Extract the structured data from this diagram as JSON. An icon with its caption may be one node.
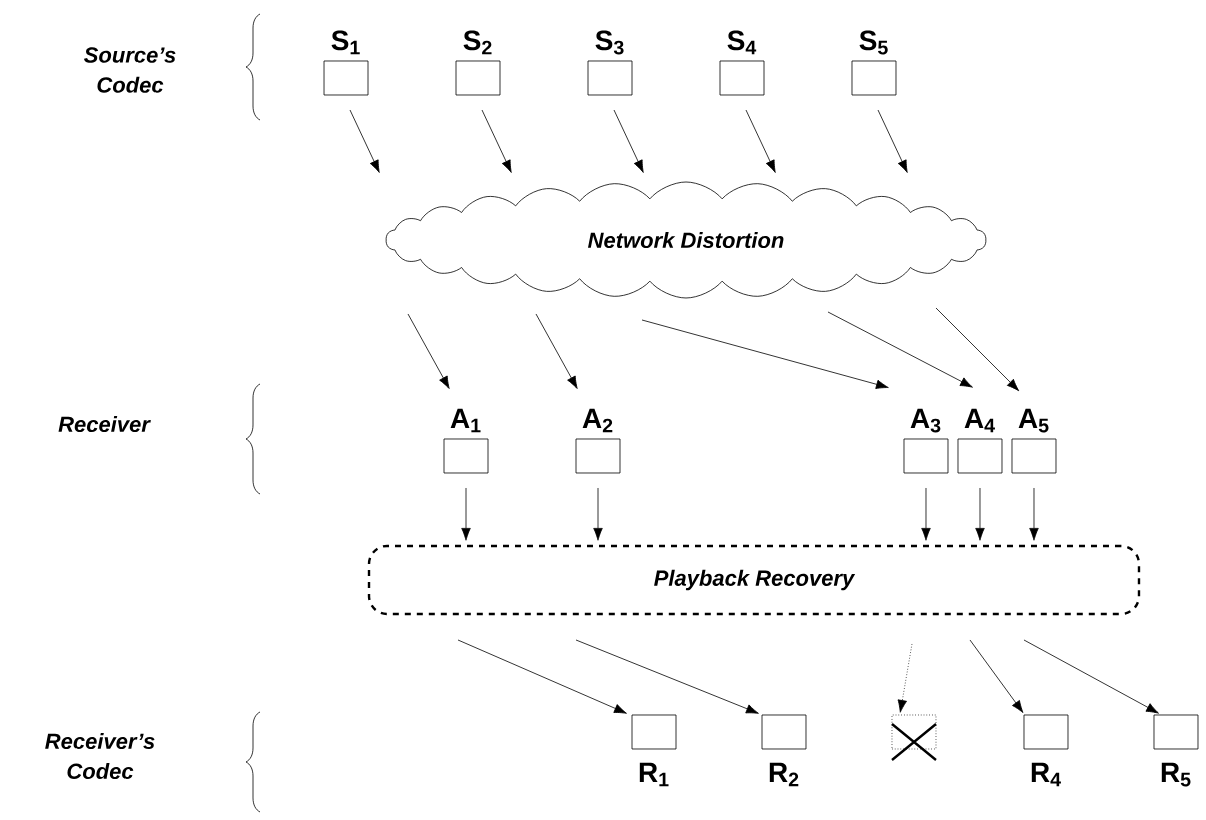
{
  "diagram": {
    "nodes": [
      {
        "text": [
          "S$_{1}$"
        ]
      },
      {
        "text": [
          "S$_{2}$"
        ]
      },
      {
        "text": [
          "S$_{3}$"
        ]
      },
      {
        "text": [
          "S$_{4}$"
        ]
      },
      {
        "text": [
          "S$_{5}$"
        ]
      },
      {
        "text": [
          "Network Distortion"
        ]
      },
      {
        "text": [
          "A$_{1}$"
        ]
      },
      {
        "text": [
          "A$_{2}$"
        ]
      },
      {
        "text": [
          "A$_{3}$"
        ]
      },
      {
        "text": [
          "A$_{4}$"
        ]
      },
      {
        "text": [
          "A$_{5}$"
        ]
      },
      {
        "text": [
          "Playback Recovery"
        ]
      },
      {
        "text": [
          "R$_{1}$"
        ]
      },
      {
        "text": [
          "R$_{2}$"
        ]
      },
      {
        "text": [],
        "shape": "box"
      },
      {
        "text": [
          "R$_{4}$"
        ]
      },
      {
        "text": [
          "R$_{5}$"
        ]
      }
    ],
    "edges": [
      {
        "from": 0,
        "to": 5,
        "arrow": "to"
      },
      {
        "from": 1,
        "to": 5,
        "arrow": "to"
      },
      {
        "from": 2,
        "to": 5,
        "arrow": "to"
      },
      {
        "from": 3,
        "to": 5,
        "arrow": "to"
      },
      {
        "from": 4,
        "to": 5,
        "arrow": "to"
      },
      {
        "from": 5,
        "to": 6,
        "arrow": "to"
      },
      {
        "from": 5,
        "to": 7,
        "arrow": "to"
      },
      {
        "from": 5,
        "to": 8,
        "arrow": "to"
      },
      {
        "from": 5,
        "to": 9,
        "arrow": "to"
      },
      {
        "from": 5,
        "to": 10,
        "arrow": "to"
      },
      {
        "from": 6,
        "to": 11,
        "arrow": "to"
      },
      {
        "from": 7,
        "to": 11,
        "arrow": "to"
      },
      {
        "from": 8,
        "to": 11,
        "arrow": "to"
      },
      {
        "from": 9,
        "to": 11,
        "arrow": "to"
      },
      {
        "from": 10,
        "to": 11,
        "arrow": "to"
      },
      {
        "from": 11,
        "to": 12,
        "arrow": "to"
      },
      {
        "from": 11,
        "to": 13,
        "arrow": "to"
      },
      {
        "from": 11,
        "to": 14,
        "arrow": "to",
        "style": "dashed"
      },
      {
        "from": 11,
        "to": 15,
        "arrow": "to"
      },
      {
        "from": 11,
        "to": 16,
        "arrow": "to"
      }
    ],
    "labels": [
      "Source’s Codec",
      "Receiver",
      "Receiver’s Codec"
    ]
  }
}
